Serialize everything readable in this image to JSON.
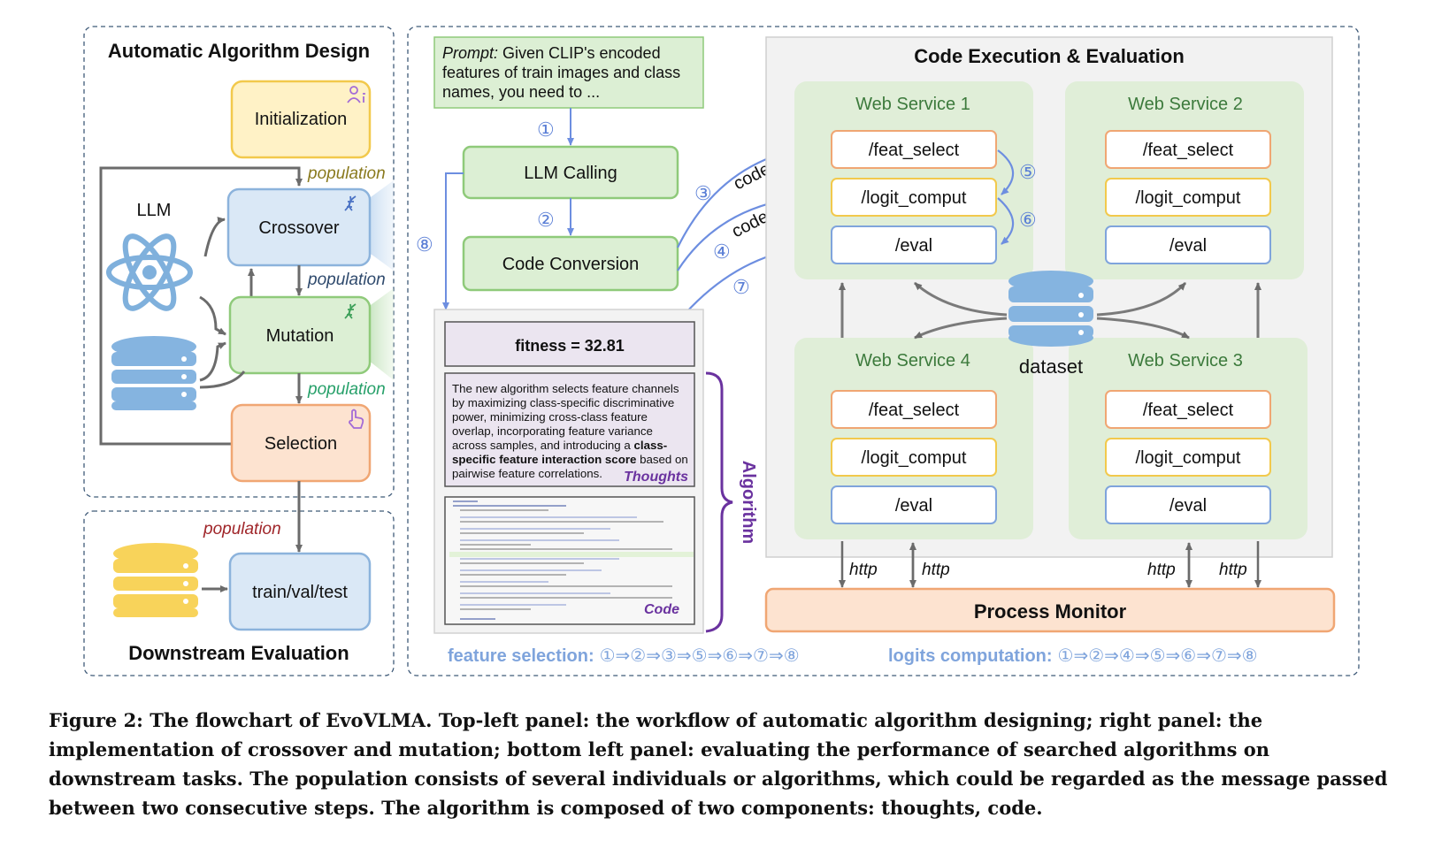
{
  "left_top": {
    "title": "Automatic Algorithm Design",
    "llm_label": "LLM",
    "initialization": "Initialization",
    "crossover": "Crossover",
    "mutation": "Mutation",
    "selection": "Selection",
    "population_1": "population",
    "population_2": "population",
    "population_3": "population"
  },
  "left_bottom": {
    "title": "Downstream Evaluation",
    "population": "population",
    "train_val_test": "train/val/test"
  },
  "pipeline": {
    "prompt_label": "Prompt:",
    "prompt_line1": " Given CLIP's encoded",
    "prompt_line2": "features of train images and class",
    "prompt_line3": "names, you need to ...",
    "llm_calling": "LLM Calling",
    "code_conversion": "Code Conversion",
    "code_label_1": "code",
    "code_label_2": "code",
    "steps": [
      "①",
      "②",
      "③",
      "④",
      "⑤",
      "⑥",
      "⑦",
      "⑧"
    ]
  },
  "algorithm": {
    "fitness": "fitness = 32.81",
    "thought_lines": [
      "The new algorithm selects feature channels",
      "by maximizing class-specific discriminative",
      "power, minimizing cross-class feature",
      "overlap, incorporating feature variance",
      "across samples, and introducing a "
    ],
    "thought_bold_1": "class-",
    "thought_bold_2": "specific feature interaction score",
    "thought_tail_1": " based on",
    "thought_last_line": "pairwise feature correlations.",
    "thoughts_label": "Thoughts",
    "code_label": "Code",
    "algorithm_label": "Algorithm"
  },
  "execution": {
    "title": "Code Execution & Evaluation",
    "dataset": "dataset",
    "process_monitor": "Process Monitor",
    "http": "http",
    "services": [
      {
        "name": "Web Service 1",
        "endpoints": [
          "/feat_select",
          "/logit_comput",
          "/eval"
        ]
      },
      {
        "name": "Web Service 2",
        "endpoints": [
          "/feat_select",
          "/logit_comput",
          "/eval"
        ]
      },
      {
        "name": "Web Service 4",
        "endpoints": [
          "/feat_select",
          "/logit_comput",
          "/eval"
        ]
      },
      {
        "name": "Web Service 3",
        "endpoints": [
          "/feat_select",
          "/logit_comput",
          "/eval"
        ]
      }
    ]
  },
  "legend": {
    "feature_selection_label": "feature selection:",
    "feature_selection_seq": "①⇒②⇒③⇒⑤⇒⑥⇒⑦⇒⑧",
    "logits_label": "logits computation:",
    "logits_seq": "①⇒②⇒④⇒⑤⇒⑥⇒⑦⇒⑧"
  },
  "caption": "Figure 2: The flowchart of EvoVLMA. Top-left panel: the workflow of automatic algorithm designing; right panel: the implementation of crossover and mutation; bottom left panel: evaluating the performance of searched algorithms on downstream tasks. The population consists of several individuals or algorithms, which could be regarded as the message passed between two consecutive steps. The algorithm is composed of two components: thoughts, code.",
  "colors": {
    "panel_border": "#3f5a78",
    "init_fill": "#fff2c6",
    "init_stroke": "#f2c94c",
    "blue_fill": "#dae8f6",
    "blue_stroke": "#8cb3dc",
    "green_fill": "#dcefd4",
    "green_stroke": "#8fca7a",
    "orange_fill": "#fde3d0",
    "orange_stroke": "#f0a673",
    "step_color": "#5b7fd6",
    "purple": "#6a329f",
    "pop_olive": "#8a7a1e",
    "pop_navy": "#2f4a6d",
    "pop_green": "#27a06a",
    "pop_red": "#a0262a"
  },
  "icons": [
    "atom-icon",
    "database-icon",
    "dna-icon",
    "hand-pointer-icon",
    "person-icon"
  ]
}
